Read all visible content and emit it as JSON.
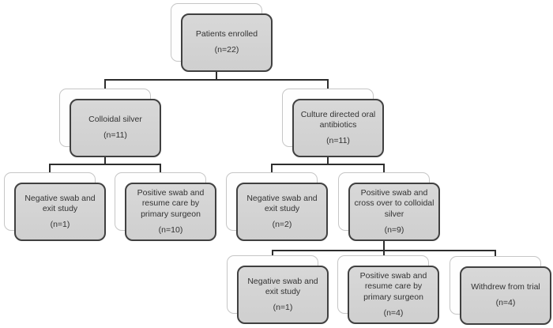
{
  "diagram": {
    "type": "flowchart",
    "description": "Patient enrollment and allocation flow diagram",
    "nodes": [
      {
        "id": "patients-enrolled",
        "label": "Patients enrolled",
        "count": "(n=22)"
      },
      {
        "id": "colloidal-silver",
        "label": "Colloidal silver",
        "count": "(n=11)"
      },
      {
        "id": "culture-directed-oral-antibiotics",
        "label": "Culture directed oral antibiotics",
        "count": "(n=11)"
      },
      {
        "id": "cs-negative-swab-exit",
        "label": "Negative swab and exit study",
        "count": "(n=1)"
      },
      {
        "id": "cs-positive-swab-resume",
        "label": "Positive swab and resume care by primary surgeon",
        "count": "(n=10)"
      },
      {
        "id": "abx-negative-swab-exit",
        "label": "Negative swab and exit study",
        "count": "(n=2)"
      },
      {
        "id": "abx-positive-swab-crossover",
        "label": "Positive swab and cross over to colloidal silver",
        "count": "(n=9)"
      },
      {
        "id": "xo-negative-swab-exit",
        "label": "Negative swab and exit study",
        "count": "(n=1)"
      },
      {
        "id": "xo-positive-swab-resume",
        "label": "Positive swab and resume care by primary surgeon",
        "count": "(n=4)"
      },
      {
        "id": "withdrew-from-trial",
        "label": "Withdrew from trial",
        "count": "(n=4)"
      }
    ],
    "edges": [
      {
        "from": "patients-enrolled",
        "to": "colloidal-silver"
      },
      {
        "from": "patients-enrolled",
        "to": "culture-directed-oral-antibiotics"
      },
      {
        "from": "colloidal-silver",
        "to": "cs-negative-swab-exit"
      },
      {
        "from": "colloidal-silver",
        "to": "cs-positive-swab-resume"
      },
      {
        "from": "culture-directed-oral-antibiotics",
        "to": "abx-negative-swab-exit"
      },
      {
        "from": "culture-directed-oral-antibiotics",
        "to": "abx-positive-swab-crossover"
      },
      {
        "from": "abx-positive-swab-crossover",
        "to": "xo-negative-swab-exit"
      },
      {
        "from": "abx-positive-swab-crossover",
        "to": "xo-positive-swab-resume"
      },
      {
        "from": "abx-positive-swab-crossover",
        "to": "withdrew-from-trial"
      }
    ],
    "colors": {
      "box_fill": "#d3d3d3",
      "box_border": "#404040",
      "shadow_box_border": "#c6c6c6",
      "connector_line": "#2e2e2e",
      "text": "#333333",
      "background": "#ffffff"
    }
  }
}
